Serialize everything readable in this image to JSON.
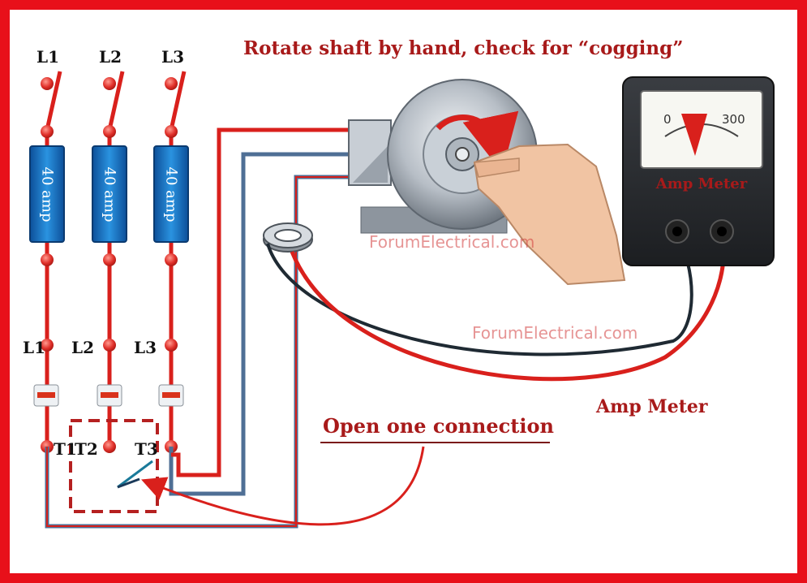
{
  "title": "Rotate shaft by hand, check for “cogging”",
  "supply_labels": [
    "L1",
    "L2",
    "L3"
  ],
  "fuse_labels": [
    "40 amp",
    "40 amp",
    "40 amp"
  ],
  "contactor_labels": [
    "L1",
    "L2",
    "L3"
  ],
  "terminal_labels": [
    "T1",
    "T2",
    "T3"
  ],
  "meter": {
    "title": "Amp Meter",
    "scale_min": "0",
    "scale_max": "300"
  },
  "amp_meter_label": "Amp Meter",
  "open_connection_label": "Open one connection",
  "watermark": "ForumElectrical.com",
  "colors": {
    "border": "#e8101a",
    "wire_red": "#d9201c",
    "wire_blue": "#4f6f95",
    "fuse_blue": "#1f7fd0",
    "text_red": "#a81a1a"
  }
}
